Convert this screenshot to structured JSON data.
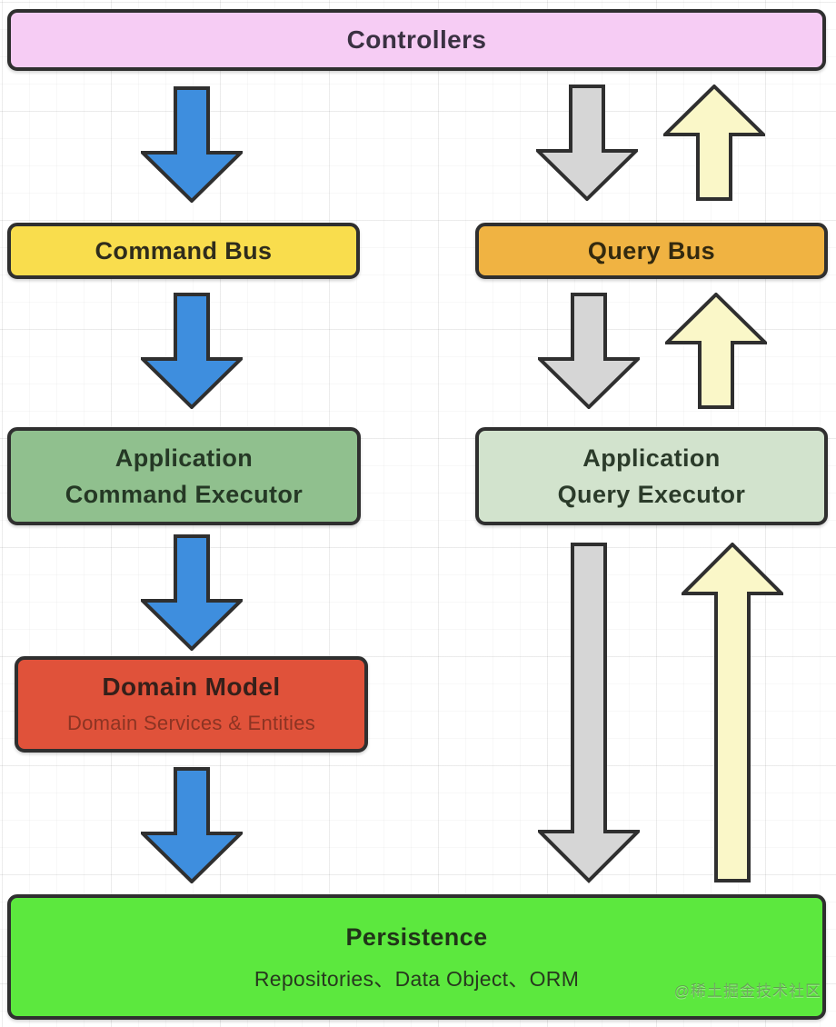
{
  "nodes": {
    "controllers": {
      "label": "Controllers"
    },
    "command_bus": {
      "label": "Command Bus"
    },
    "query_bus": {
      "label": "Query Bus"
    },
    "app_command_executor": {
      "line1": "Application",
      "line2": "Command Executor"
    },
    "app_query_executor": {
      "line1": "Application",
      "line2": "Query Executor"
    },
    "domain_model": {
      "title": "Domain Model",
      "subtitle": "Domain Services & Entities"
    },
    "persistence": {
      "title": "Persistence",
      "subtitle": "Repositories、Data Object、ORM"
    }
  },
  "colors": {
    "border": "#2f2f2f",
    "controllers_fill": "#f6ccf4",
    "command_bus_fill": "#f9dd4d",
    "query_bus_fill": "#f0b342",
    "app_command_executor_fill": "#90c08e",
    "app_query_executor_fill": "#d2e3cd",
    "domain_model_fill": "#e0523a",
    "persistence_fill": "#5ce83e",
    "command_arrow_blue": "#3e8ede",
    "query_down_arrow_gray": "#d6d6d6",
    "query_up_arrow_yellow": "#faf7c8"
  },
  "watermark": {
    "text": "@稀土掘金技术社区"
  }
}
